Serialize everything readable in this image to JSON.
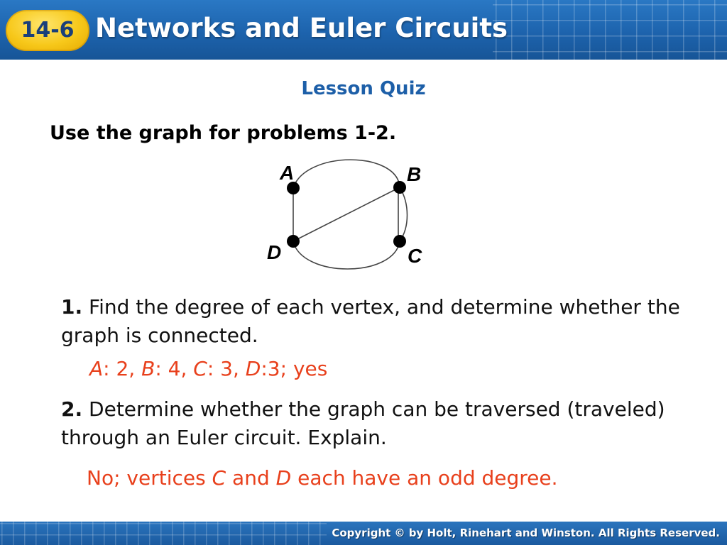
{
  "header": {
    "section_number": "14-6",
    "title": "Networks and Euler Circuits"
  },
  "quiz_heading": "Lesson Quiz",
  "instruction": "Use the graph for problems 1-2.",
  "graph": {
    "vertices": [
      "A",
      "B",
      "C",
      "D"
    ],
    "edges": [
      [
        "A",
        "B"
      ],
      [
        "A",
        "D"
      ],
      [
        "B",
        "D"
      ],
      [
        "B",
        "C"
      ],
      [
        "B",
        "C"
      ],
      [
        "D",
        "C"
      ]
    ]
  },
  "questions": [
    {
      "number": "1.",
      "text": "Find the degree of each vertex, and determine whether the graph is connected.",
      "answer": {
        "parts": [
          {
            "vertex": "A",
            "value": ": 2, "
          },
          {
            "vertex": "B",
            "value": ": 4, "
          },
          {
            "vertex": "C",
            "value": ": 3, "
          },
          {
            "vertex": "D",
            "value": ":3; yes"
          }
        ]
      }
    },
    {
      "number": "2.",
      "text": "Determine whether the graph can be traversed (traveled) through an Euler circuit. Explain.",
      "answer": {
        "prefix": "No; vertices ",
        "v1": "C",
        "mid": " and ",
        "v2": "D",
        "suffix": " each have an odd degree."
      }
    }
  ],
  "footer": {
    "copyright": "Copyright © by Holt, Rinehart and Winston. All Rights Reserved."
  },
  "colors": {
    "header_blue": "#1d63ad",
    "badge_yellow": "#f7c81a",
    "heading_blue": "#1d5fa8",
    "answer_orange": "#e8401c"
  }
}
